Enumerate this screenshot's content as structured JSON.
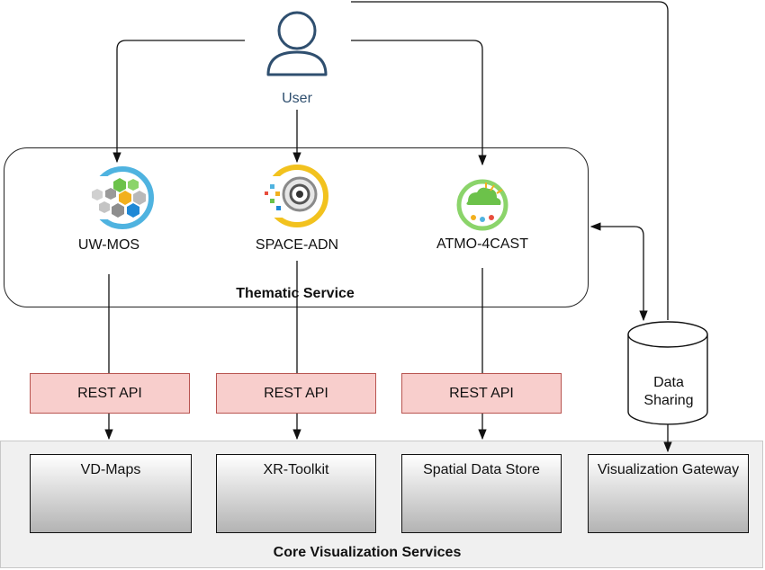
{
  "user": {
    "label": "User"
  },
  "thematic": {
    "title": "Thematic Service",
    "apps": [
      {
        "name": "UW-MOS",
        "icon": "uw-mos-logo-icon"
      },
      {
        "name": "SPACE-ADN",
        "icon": "space-adn-logo-icon"
      },
      {
        "name": "ATMO-4CAST",
        "icon": "atmo-4cast-logo-icon"
      }
    ]
  },
  "rest_apis": [
    "REST API",
    "REST API",
    "REST API"
  ],
  "data_sharing": {
    "line1": "Data",
    "line2": "Sharing"
  },
  "core": {
    "title": "Core Visualization Services",
    "services": [
      "VD-Maps",
      "XR-Toolkit",
      "Spatial Data Store",
      "Visualization Gateway"
    ]
  },
  "colors": {
    "rest_fill": "#f8cecc",
    "rest_border": "#b85450",
    "user_stroke": "#2f4f6f",
    "core_fill": "#f0f0f0"
  }
}
